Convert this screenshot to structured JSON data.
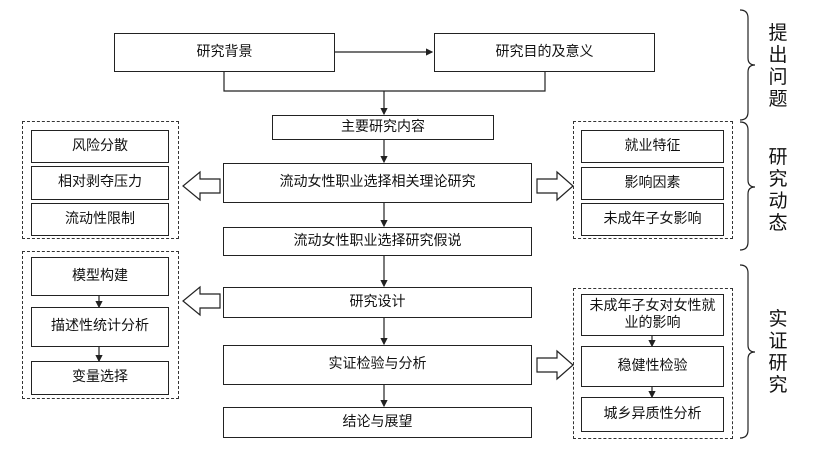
{
  "main_flow": {
    "background": "研究背景",
    "purpose": "研究目的及意义",
    "content": "主要研究内容",
    "theory": "流动女性职业选择相关理论研究",
    "hypothesis": "流动女性职业选择研究假说",
    "design": "研究设计",
    "empirical": "实证检验与分析",
    "conclusion": "结论与展望"
  },
  "theory_left": [
    "风险分散",
    "相对剥夺压力",
    "流动性限制"
  ],
  "design_left": [
    "模型构建",
    "描述性统计分析",
    "变量选择"
  ],
  "theory_right": [
    "就业特征",
    "影响因素",
    "未成年子女影响"
  ],
  "empirical_right": [
    "未成年子女对女性就业的影响",
    "稳健性检验",
    "城乡异质性分析"
  ],
  "sections": [
    "提出问题",
    "研究动态",
    "实证研究"
  ]
}
